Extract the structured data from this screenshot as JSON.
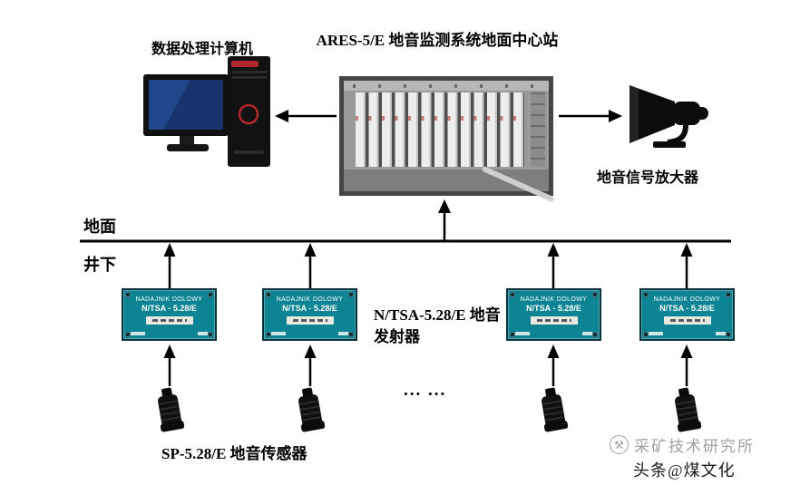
{
  "diagram": {
    "title": "ARES-5/E 地音监测系统地面中心站",
    "computer_label": "数据处理计算机",
    "amplifier_label": "地音信号放大器",
    "surface_label": "地面",
    "underground_label": "井下",
    "transmitter_label": "N/TSA-5.28/E 地音发射器",
    "sensor_label": "SP-5.28/E 地音传感器",
    "ellipsis": "... ...",
    "transmitter_box": {
      "line1": "NADAJNIK DOLOWY",
      "line2": "N/TSA - 5.28/E"
    },
    "watermark": {
      "logo_glyph": "⚒",
      "institute": "采矿技术研究所",
      "source": "头条@煤文化"
    }
  },
  "colors": {
    "transmitter_teal": "#0d8494",
    "transmitter_border": "#07343c",
    "line_black": "#000000",
    "watermark_gray": "#a0a0a0"
  }
}
